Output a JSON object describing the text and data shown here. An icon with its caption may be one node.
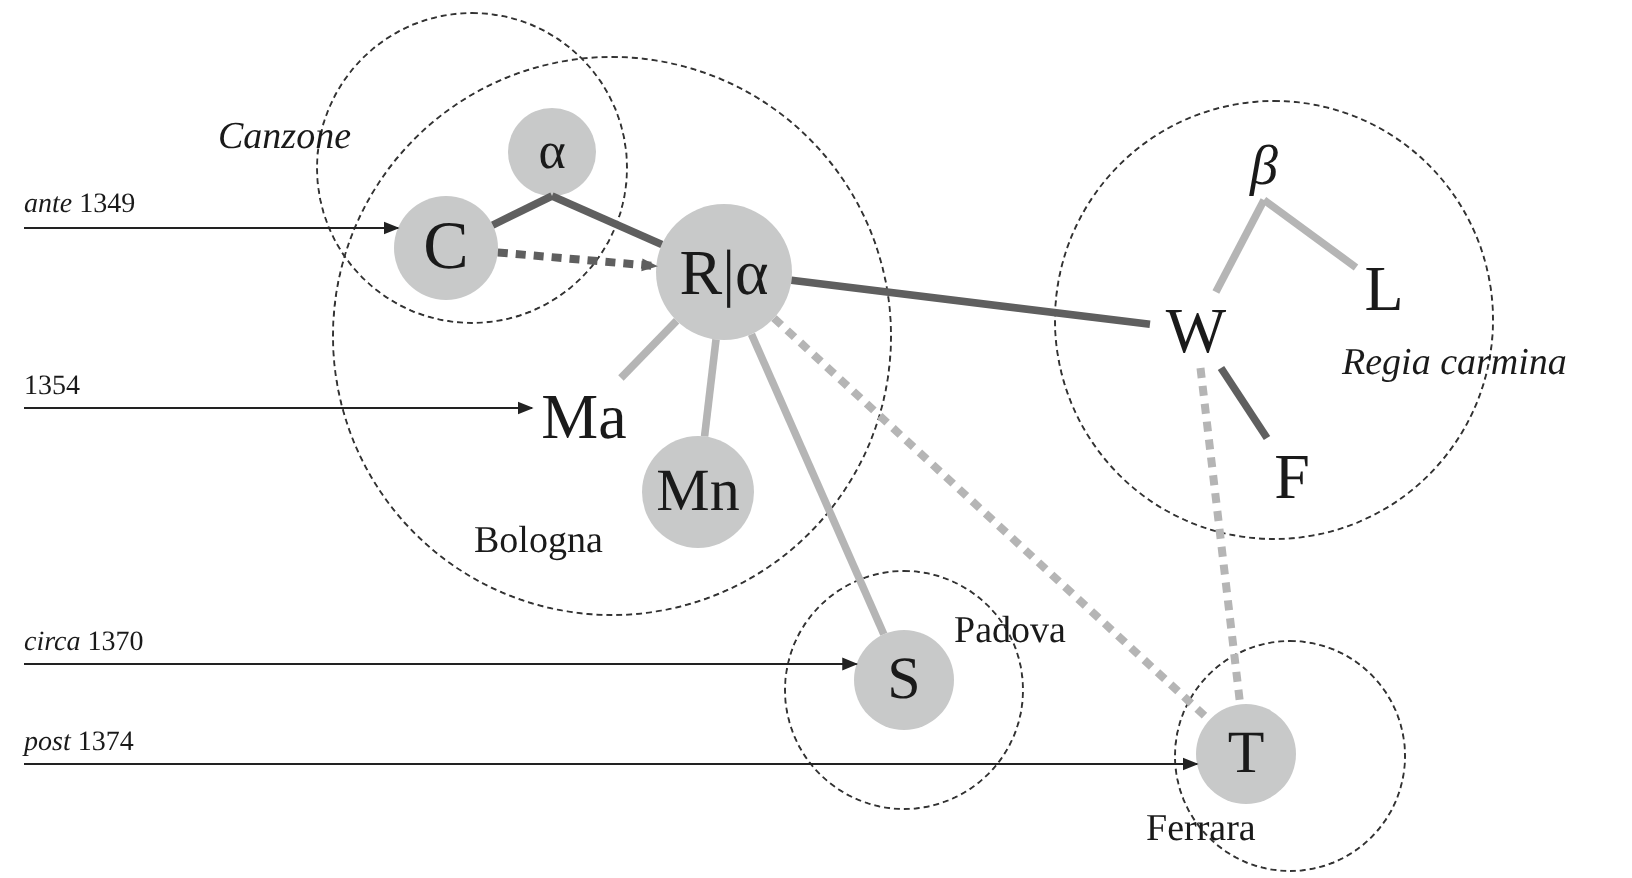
{
  "diagram": {
    "nodes": [
      {
        "text": [
          "Canzone"
        ]
      },
      {
        "text": [
          "Bologna"
        ]
      },
      {
        "text": [
          "Regia carmina"
        ]
      },
      {
        "text": [
          "α"
        ],
        "in": 0
      },
      {
        "text": [
          "*ante* 1349"
        ]
      },
      {
        "text": [
          "C"
        ],
        "in": 0
      },
      {
        "text": [
          "R|α"
        ],
        "in": 1
      },
      {
        "text": [
          "β"
        ],
        "in": 2
      },
      {
        "text": [
          "L"
        ],
        "in": 2
      },
      {
        "text": [
          "W"
        ],
        "in": 2
      },
      {
        "text": [
          "1354"
        ]
      },
      {
        "text": [
          "Ma"
        ],
        "in": 1
      },
      {
        "text": [
          "F"
        ],
        "in": 2
      },
      {
        "text": [
          "Mn"
        ],
        "in": 1
      },
      {
        "text": [
          "Padova"
        ]
      },
      {
        "text": [
          "*circa* 1370"
        ]
      },
      {
        "text": [
          "S"
        ],
        "in": 14
      },
      {
        "text": [
          "Ferrara"
        ]
      },
      {
        "text": [
          "*post* 1374"
        ]
      },
      {
        "text": [
          "T"
        ],
        "in": 17
      }
    ],
    "edges": [
      {
        "from": 3,
        "to": 5,
        "arrow": "none",
        "color": "#5f5f5f"
      },
      {
        "from": 3,
        "to": 6,
        "arrow": "none",
        "color": "#5f5f5f"
      },
      {
        "from": 5,
        "to": 6,
        "arrow": "to",
        "style": "dashed",
        "color": "#5f5f5f"
      },
      {
        "from": 4,
        "to": 5,
        "arrow": "to",
        "color": "#222222"
      },
      {
        "from": 6,
        "to": 9,
        "arrow": "none",
        "color": "#5f5f5f"
      },
      {
        "from": 6,
        "to": 11,
        "arrow": "none"
      },
      {
        "from": 6,
        "to": 13,
        "arrow": "none"
      },
      {
        "from": 6,
        "to": 16,
        "arrow": "none"
      },
      {
        "from": 6,
        "to": 19,
        "arrow": "none",
        "style": "dashed"
      },
      {
        "from": 7,
        "to": 9,
        "arrow": "none"
      },
      {
        "from": 7,
        "to": 8,
        "arrow": "none"
      },
      {
        "from": 9,
        "to": 12,
        "arrow": "none",
        "color": "#5f5f5f"
      },
      {
        "from": 9,
        "to": 19,
        "arrow": "none",
        "style": "dashed"
      },
      {
        "from": 10,
        "to": 11,
        "arrow": "to",
        "color": "#222222"
      },
      {
        "from": 15,
        "to": 16,
        "arrow": "to",
        "color": "#222222"
      },
      {
        "from": 18,
        "to": 19,
        "arrow": "to",
        "color": "#222222"
      }
    ]
  }
}
